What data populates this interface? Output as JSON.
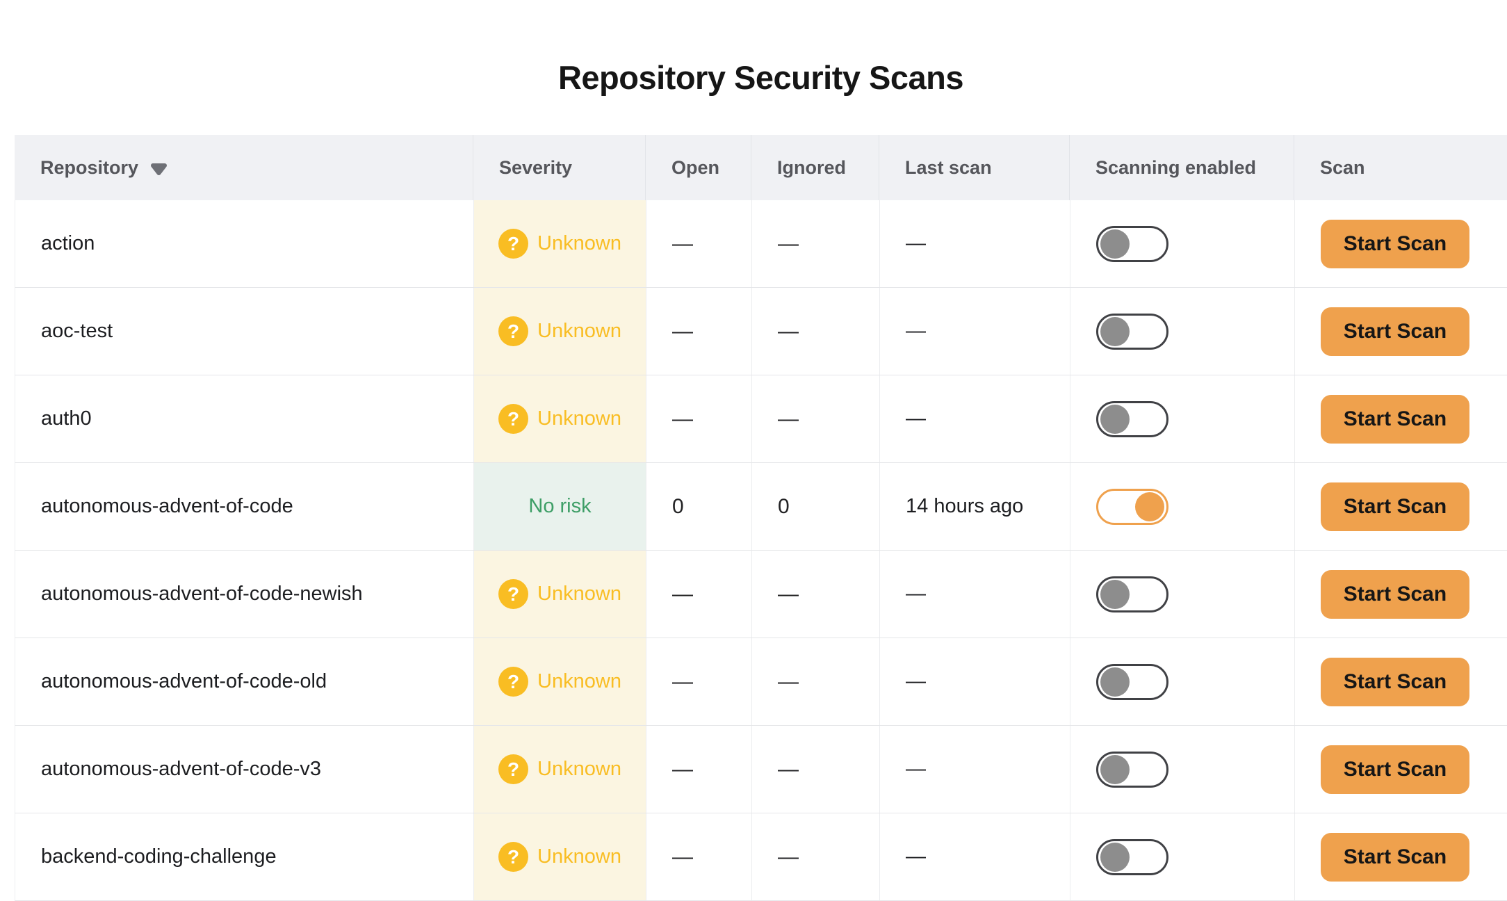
{
  "page": {
    "title": "Repository Security Scans"
  },
  "colors": {
    "accent_orange": "#EFA14D",
    "warning_yellow": "#F9BD23",
    "warning_bg": "#FBF5E1",
    "success_green": "#3D9E66",
    "success_bg": "#E9F2ED",
    "header_bg": "#F0F1F4",
    "toggle_off_border": "#404145",
    "toggle_off_knob": "#8D8D8D"
  },
  "icons": {
    "question_mark_glyph": "?",
    "sort_icon_name": "triangle-down"
  },
  "table": {
    "columns": [
      {
        "label": "Repository",
        "sortable": true
      },
      {
        "label": "Severity"
      },
      {
        "label": "Open"
      },
      {
        "label": "Ignored"
      },
      {
        "label": "Last scan"
      },
      {
        "label": "Scanning enabled"
      },
      {
        "label": "Scan"
      }
    ],
    "scan_button_label": "Start Scan",
    "rows": [
      {
        "repository": "action",
        "severity": {
          "kind": "unknown",
          "label": "Unknown",
          "icon": "question-mark"
        },
        "open": "—",
        "ignored": "—",
        "last_scan": "—",
        "scanning_enabled": false
      },
      {
        "repository": "aoc-test",
        "severity": {
          "kind": "unknown",
          "label": "Unknown",
          "icon": "question-mark"
        },
        "open": "—",
        "ignored": "—",
        "last_scan": "—",
        "scanning_enabled": false
      },
      {
        "repository": "auth0",
        "severity": {
          "kind": "unknown",
          "label": "Unknown",
          "icon": "question-mark"
        },
        "open": "—",
        "ignored": "—",
        "last_scan": "—",
        "scanning_enabled": false
      },
      {
        "repository": "autonomous-advent-of-code",
        "severity": {
          "kind": "no-risk",
          "label": "No risk",
          "icon": null
        },
        "open": "0",
        "ignored": "0",
        "last_scan": "14 hours ago",
        "scanning_enabled": true
      },
      {
        "repository": "autonomous-advent-of-code-newish",
        "severity": {
          "kind": "unknown",
          "label": "Unknown",
          "icon": "question-mark"
        },
        "open": "—",
        "ignored": "—",
        "last_scan": "—",
        "scanning_enabled": false
      },
      {
        "repository": "autonomous-advent-of-code-old",
        "severity": {
          "kind": "unknown",
          "label": "Unknown",
          "icon": "question-mark"
        },
        "open": "—",
        "ignored": "—",
        "last_scan": "—",
        "scanning_enabled": false
      },
      {
        "repository": "autonomous-advent-of-code-v3",
        "severity": {
          "kind": "unknown",
          "label": "Unknown",
          "icon": "question-mark"
        },
        "open": "—",
        "ignored": "—",
        "last_scan": "—",
        "scanning_enabled": false
      },
      {
        "repository": "backend-coding-challenge",
        "severity": {
          "kind": "unknown",
          "label": "Unknown",
          "icon": "question-mark"
        },
        "open": "—",
        "ignored": "—",
        "last_scan": "—",
        "scanning_enabled": false
      }
    ]
  }
}
